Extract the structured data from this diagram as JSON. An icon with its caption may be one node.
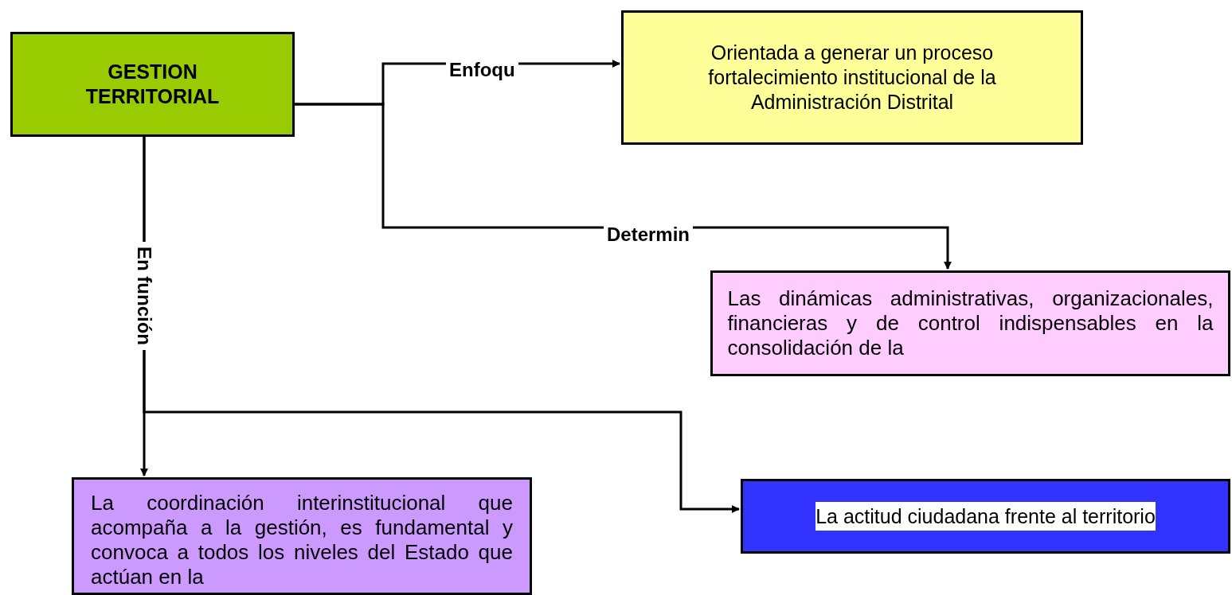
{
  "diagram": {
    "nodes": [
      {
        "text": [
          "GESTION TERRITORIAL"
        ]
      },
      {
        "text": [
          "Orientada a generar un proceso fortalecimiento institucional  de la Administración Distrital"
        ]
      },
      {
        "text": [
          "Las dinámicas administrativas, organizacionales, financieras y de control indispensables en la consolidación de la"
        ]
      },
      {
        "text": [
          "La coordinación interinstitucional que acompaña a la gestión, es fundamental y convoca a todos los niveles del Estado que  actúan en la"
        ]
      },
      {
        "text": [
          "La actitud ciudadana frente al territorio"
        ]
      }
    ],
    "edges": [
      {
        "from": 0,
        "to": 1,
        "arrow": "to",
        "label": "Enfoqu"
      },
      {
        "from": 0,
        "to": 2,
        "arrow": "to",
        "label": "Determin"
      },
      {
        "from": 0,
        "to": 3,
        "arrow": "to",
        "label": "En función"
      },
      {
        "from": 0,
        "to": 4,
        "arrow": "to"
      }
    ]
  }
}
